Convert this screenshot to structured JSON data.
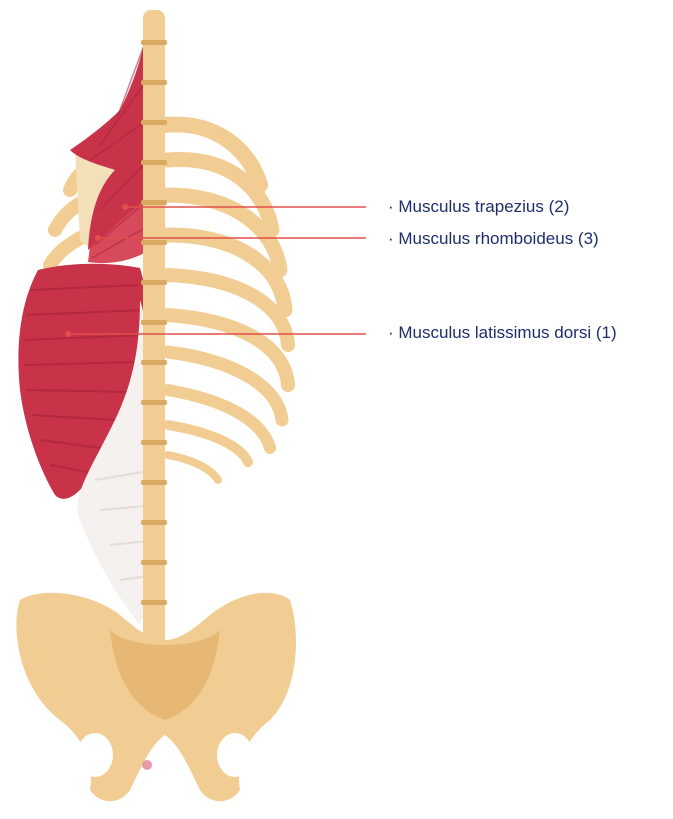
{
  "labels": [
    {
      "text": "· Musculus trapezius (2)"
    },
    {
      "text": "· Musculus rhomboideus (3)"
    },
    {
      "text": "· Musculus latissimus dorsi (1)"
    }
  ],
  "colors": {
    "label_text": "#1f2d6b",
    "leader_line": "#e2504b",
    "muscle": "#c8334a",
    "muscle_dark": "#a82238",
    "bone": "#f2cd93",
    "bone_shadow": "#d9a962",
    "tendon": "#f4f1ee"
  },
  "icons": [
    "trapezius-muscle-icon",
    "rhomboid-muscle-icon",
    "latissimus-muscle-icon",
    "spine-icon",
    "rib-cage-icon",
    "pelvis-icon"
  ]
}
